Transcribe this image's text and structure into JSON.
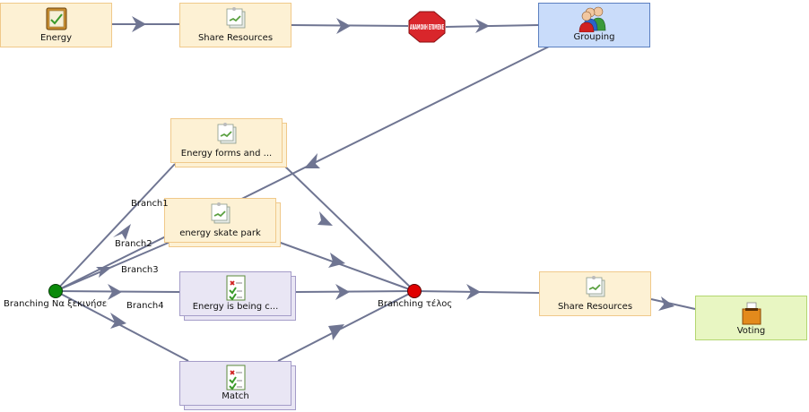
{
  "nodes": {
    "energy": "Energy",
    "share_resources_top": "Share Resources",
    "stop_gate": "ΑΝΑΜΟΝΗ ΕΠΙΜΕΝΕ",
    "grouping": "Grouping",
    "energy_forms": "Energy forms and ...",
    "energy_skate_park": "energy skate park",
    "energy_is_being": "Energy is being c...",
    "match": "Match",
    "share_resources_bottom": "Share Resources",
    "voting": "Voting"
  },
  "branching": {
    "start_label": "Branching Να ξεκινήσει",
    "end_label": "Branching τέλος",
    "branches": [
      "Branch1",
      "Branch2",
      "Branch3",
      "Branch4"
    ]
  },
  "colors": {
    "arrow": "#6f7592",
    "start_point": "#0a8a0a",
    "end_point": "#e00000",
    "stop_sign": "#d9262b"
  }
}
